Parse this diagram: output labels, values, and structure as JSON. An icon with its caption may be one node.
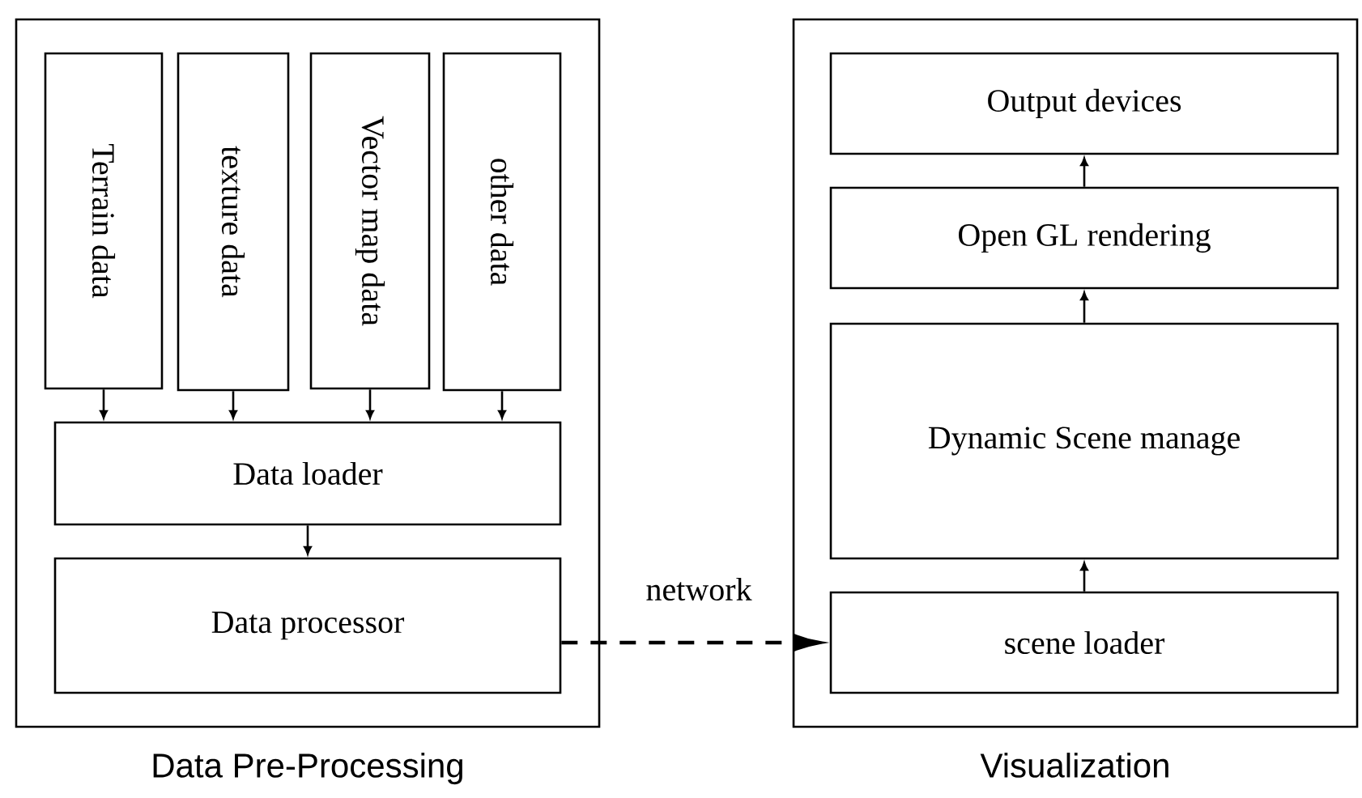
{
  "diagram": {
    "nodes": [
      {
        "text": [
          "Data Pre-Processing"
        ]
      },
      {
        "text": [
          "Terrain data"
        ],
        "in": 0
      },
      {
        "text": [
          "texture data"
        ],
        "in": 0
      },
      {
        "text": [
          "Vector map data"
        ],
        "in": 0
      },
      {
        "text": [
          "other data"
        ],
        "in": 0
      },
      {
        "text": [
          "Data loader"
        ],
        "in": 0
      },
      {
        "text": [
          "Data processor"
        ],
        "in": 0
      },
      {
        "text": [
          "Visualization"
        ]
      },
      {
        "text": [
          "Output devices"
        ],
        "in": 7
      },
      {
        "text": [
          "Open GL rendering"
        ],
        "in": 7
      },
      {
        "text": [
          "Dynamic Scene manage"
        ],
        "in": 7
      },
      {
        "text": [
          "scene loader"
        ],
        "in": 7
      }
    ],
    "edges": [
      {
        "from": 1,
        "to": 5,
        "arrow": "to"
      },
      {
        "from": 2,
        "to": 5,
        "arrow": "to"
      },
      {
        "from": 3,
        "to": 5,
        "arrow": "to"
      },
      {
        "from": 4,
        "to": 5,
        "arrow": "to"
      },
      {
        "from": 5,
        "to": 6,
        "arrow": "to"
      },
      {
        "from": 6,
        "to": 11,
        "arrow": "to",
        "label": "network",
        "style": "dashed"
      },
      {
        "from": 11,
        "to": 10,
        "arrow": "to"
      },
      {
        "from": 10,
        "to": 9,
        "arrow": "to"
      },
      {
        "from": 9,
        "to": 8,
        "arrow": "to"
      }
    ]
  }
}
